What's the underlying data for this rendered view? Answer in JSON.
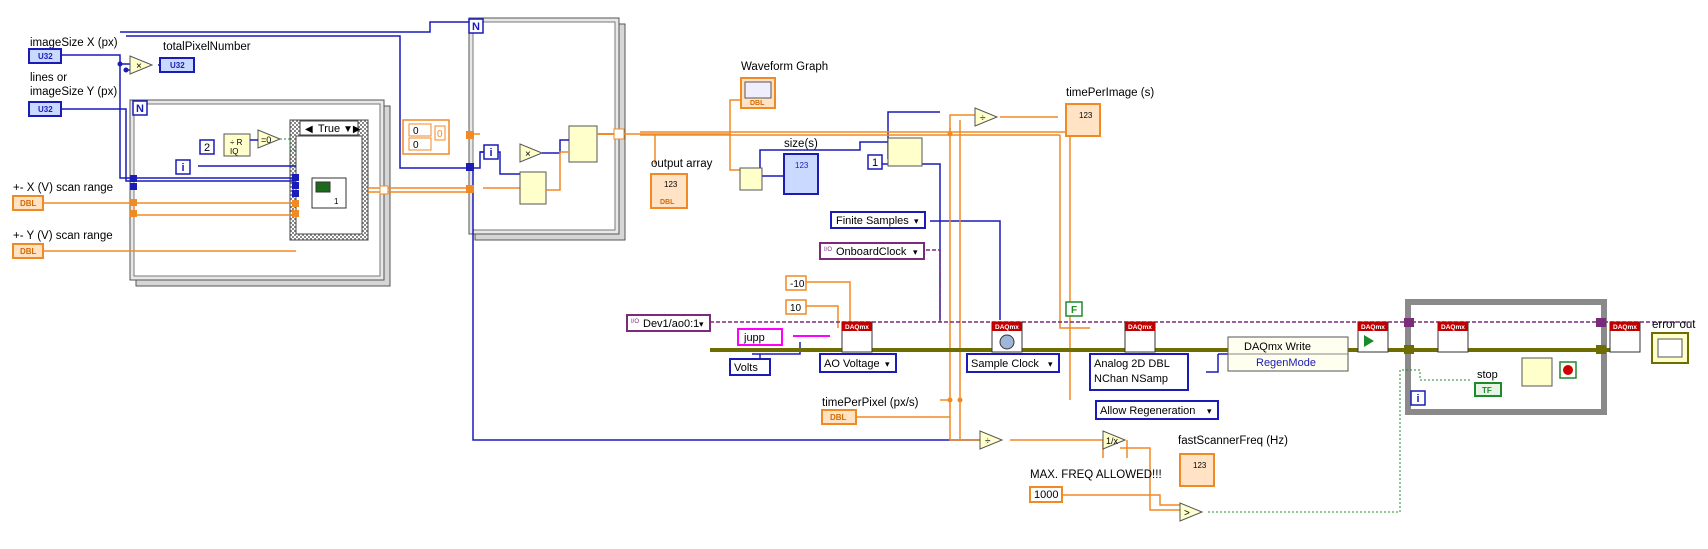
{
  "labels": {
    "image_size_x": "imageSize X (px)",
    "lines_or": "lines or",
    "image_size_y": "imageSize Y (px)",
    "total_pixel_number": "totalPixelNumber",
    "x_scan_range": "+- X (V) scan range",
    "y_scan_range": "+- Y (V) scan range",
    "waveform_graph": "Waveform Graph",
    "output_array": "output array",
    "size_s": "size(s)",
    "time_per_image": "timePerImage (s)",
    "time_per_pixel": "timePerPixel (px/s)",
    "fast_scanner_freq": "fastScannerFreq (Hz)",
    "max_freq_allowed": "MAX. FREQ ALLOWED!!!",
    "error_out": "error out",
    "stop": "stop"
  },
  "terminals": {
    "u32": "U32",
    "dbl": "DBL",
    "tf": "TF",
    "num_123": "123"
  },
  "case_structure": {
    "selector": "True"
  },
  "loop_counts": {
    "n": "N",
    "i": "i"
  },
  "constants": {
    "two": "2",
    "zero": "0",
    "one": "1",
    "neg_ten": "-10",
    "ten": "10",
    "max_freq": "1000",
    "false_const": "F",
    "units_prefix": "I/O",
    "dev": "Dev1/ao0:1",
    "jupp": "jupp"
  },
  "rings": {
    "finite_samples": "Finite Samples",
    "onboard_clock": "OnboardClock",
    "volts": "Volts",
    "ao_voltage": "AO Voltage",
    "sample_clock": "Sample Clock",
    "analog_2d_line1": "Analog 2D DBL",
    "analog_2d_line2": "NChan NSamp",
    "allow_regeneration": "Allow Regeneration"
  },
  "property_node": {
    "title": "DAQmx Write",
    "property": "RegenMode"
  },
  "vi_headers": {
    "daqmx": "DAQmx"
  },
  "colors": {
    "u32_blue": "#1b1bb8",
    "dbl_orange": "#f08a24",
    "error_yellow": "#6e6e00",
    "task_purple": "#7a2b7a",
    "string_pink": "#ff00ff",
    "bool_green": "#1c8c2a",
    "while_loop_border": "#8a8a8a"
  }
}
